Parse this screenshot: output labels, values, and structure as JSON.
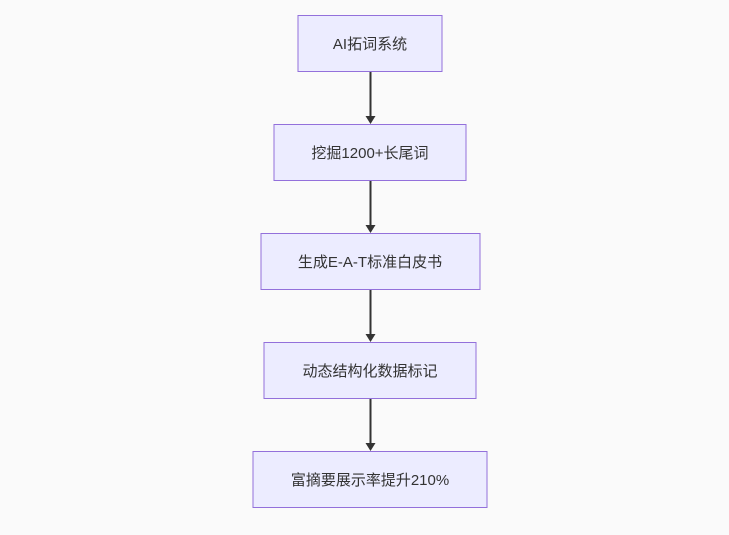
{
  "diagram": {
    "type": "flowchart-vertical",
    "background_color": "#fafafa",
    "node_style": {
      "fill_color": "#ECECFF",
      "border_color": "#9370DB",
      "text_color": "#333333"
    },
    "arrow_color": "#333333",
    "nodes": [
      {
        "id": "n1",
        "label": "AI拓词系统"
      },
      {
        "id": "n2",
        "label": "挖掘1200+长尾词"
      },
      {
        "id": "n3",
        "label": "生成E-A-T标准白皮书"
      },
      {
        "id": "n4",
        "label": "动态结构化数据标记"
      },
      {
        "id": "n5",
        "label": "富摘要展示率提升210%"
      }
    ],
    "edges": [
      {
        "from": "n1",
        "to": "n2",
        "arrow": "down"
      },
      {
        "from": "n2",
        "to": "n3",
        "arrow": "down"
      },
      {
        "from": "n3",
        "to": "n4",
        "arrow": "down"
      },
      {
        "from": "n4",
        "to": "n5",
        "arrow": "down"
      }
    ]
  }
}
